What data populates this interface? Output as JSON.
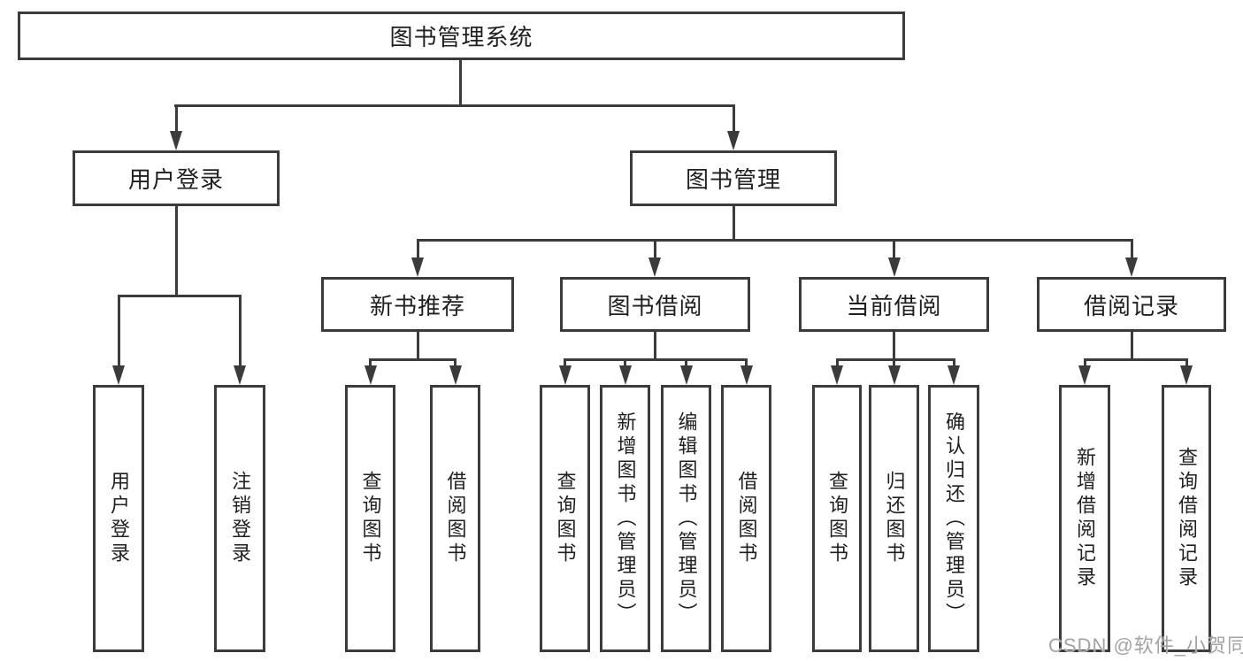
{
  "diagram": {
    "root": "图书管理系统",
    "level2": [
      "用户登录",
      "图书管理"
    ],
    "level3": [
      "新书推荐",
      "图书借阅",
      "当前借阅",
      "借阅记录"
    ],
    "leaves": {
      "user_login": [
        "用户登录",
        "注销登录"
      ],
      "new_book": [
        "查询图书",
        "借阅图书"
      ],
      "book_borrow": [
        "查询图书",
        "新增图书（管理员）",
        "编辑图书（管理员）",
        "借阅图书"
      ],
      "current_borrow": [
        "查询图书",
        "归还图书",
        "确认归还（管理员）"
      ],
      "borrow_record": [
        "新增借阅记录",
        "查询借阅记录"
      ]
    }
  },
  "watermark": "CSDN @软件_小贺同学",
  "colors": {
    "line": "#3b3b3b",
    "text": "#1f1f1f",
    "watermark": "#a3a3a3",
    "background": "#ffffff"
  }
}
